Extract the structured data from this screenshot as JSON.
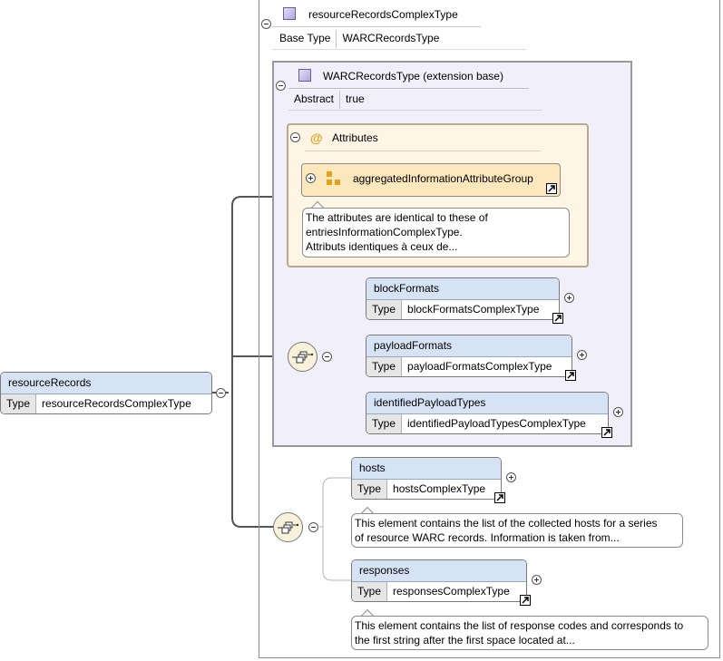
{
  "root": {
    "name": "resourceRecords",
    "type_key": "Type",
    "type_value": "resourceRecordsComplexType"
  },
  "complex_type": {
    "name": "resourceRecordsComplexType",
    "base_key": "Base Type",
    "base_value": "WARCRecordsType"
  },
  "extension": {
    "name": "WARCRecordsType (extension base)",
    "abstract_key": "Abstract",
    "abstract_value": "true"
  },
  "attributes": {
    "title": "Attributes",
    "group_name": "aggregatedInformationAttributeGroup",
    "doc_lines": [
      "The attributes are identical to these of",
      "entriesInformationComplexType.",
      "Attributs identiques à ceux de..."
    ]
  },
  "seq1": {
    "elements": [
      {
        "name": "blockFormats",
        "type_key": "Type",
        "type_value": "blockFormatsComplexType"
      },
      {
        "name": "payloadFormats",
        "type_key": "Type",
        "type_value": "payloadFormatsComplexType"
      },
      {
        "name": "identifiedPayloadTypes",
        "type_key": "Type",
        "type_value": "identifiedPayloadTypesComplexType"
      }
    ]
  },
  "seq2": {
    "elements": [
      {
        "name": "hosts",
        "type_key": "Type",
        "type_value": "hostsComplexType",
        "doc_lines": [
          "This element contains the list of the collected hosts for a series",
          "of resource WARC records. Information is taken from..."
        ]
      },
      {
        "name": "responses",
        "type_key": "Type",
        "type_value": "responsesComplexType",
        "doc_lines": [
          "This element contains the list of response codes and corresponds to",
          "the first string after the first space located at..."
        ]
      }
    ]
  },
  "colors": {
    "element_header": "#d6e3f5",
    "extension_bg": "#f1eff9",
    "attributes_bg": "#fff5e4",
    "sequence_icon_bg": "#f7f2d9",
    "attribute_symbol": "#e6a020"
  }
}
